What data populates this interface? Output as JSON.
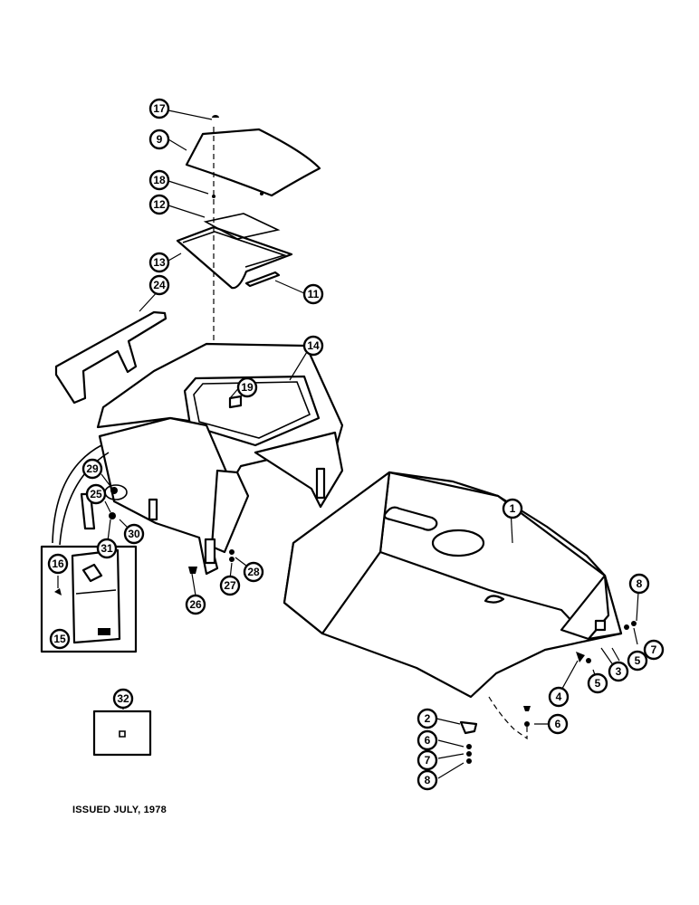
{
  "footer": {
    "issued": "ISSUED JULY, 1978"
  },
  "callouts": {
    "c1": "1",
    "c2": "2",
    "c3": "3",
    "c4": "4",
    "c5a": "5",
    "c5b": "5",
    "c6a": "6",
    "c6b": "6",
    "c7a": "7",
    "c7b": "7",
    "c8a": "8",
    "c8b": "8",
    "c9": "9",
    "c11": "11",
    "c12": "12",
    "c13": "13",
    "c14": "14",
    "c15": "15",
    "c16": "16",
    "c17": "17",
    "c18": "18",
    "c19": "19",
    "c24": "24",
    "c25": "25",
    "c26": "26",
    "c27": "27",
    "c28": "28",
    "c29": "29",
    "c30": "30",
    "c31": "31",
    "c32": "32"
  }
}
